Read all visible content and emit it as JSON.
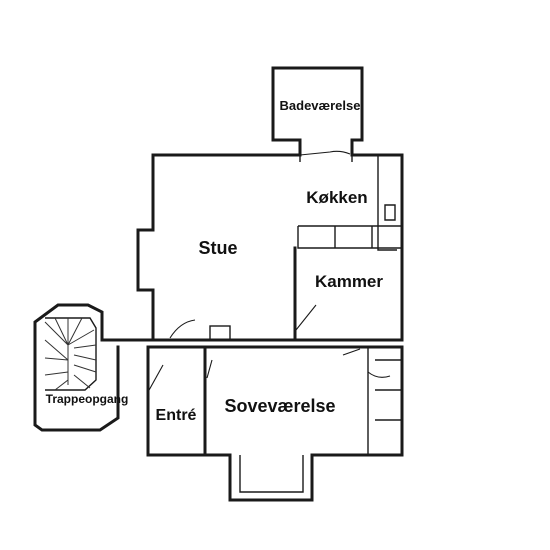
{
  "rooms": {
    "bathroom": "Badeværelse",
    "kitchen": "Køkken",
    "living": "Stue",
    "chamber": "Kammer",
    "stair": "Trappeopgang",
    "entry": "Entré",
    "bedroom": "Soveværelse"
  }
}
